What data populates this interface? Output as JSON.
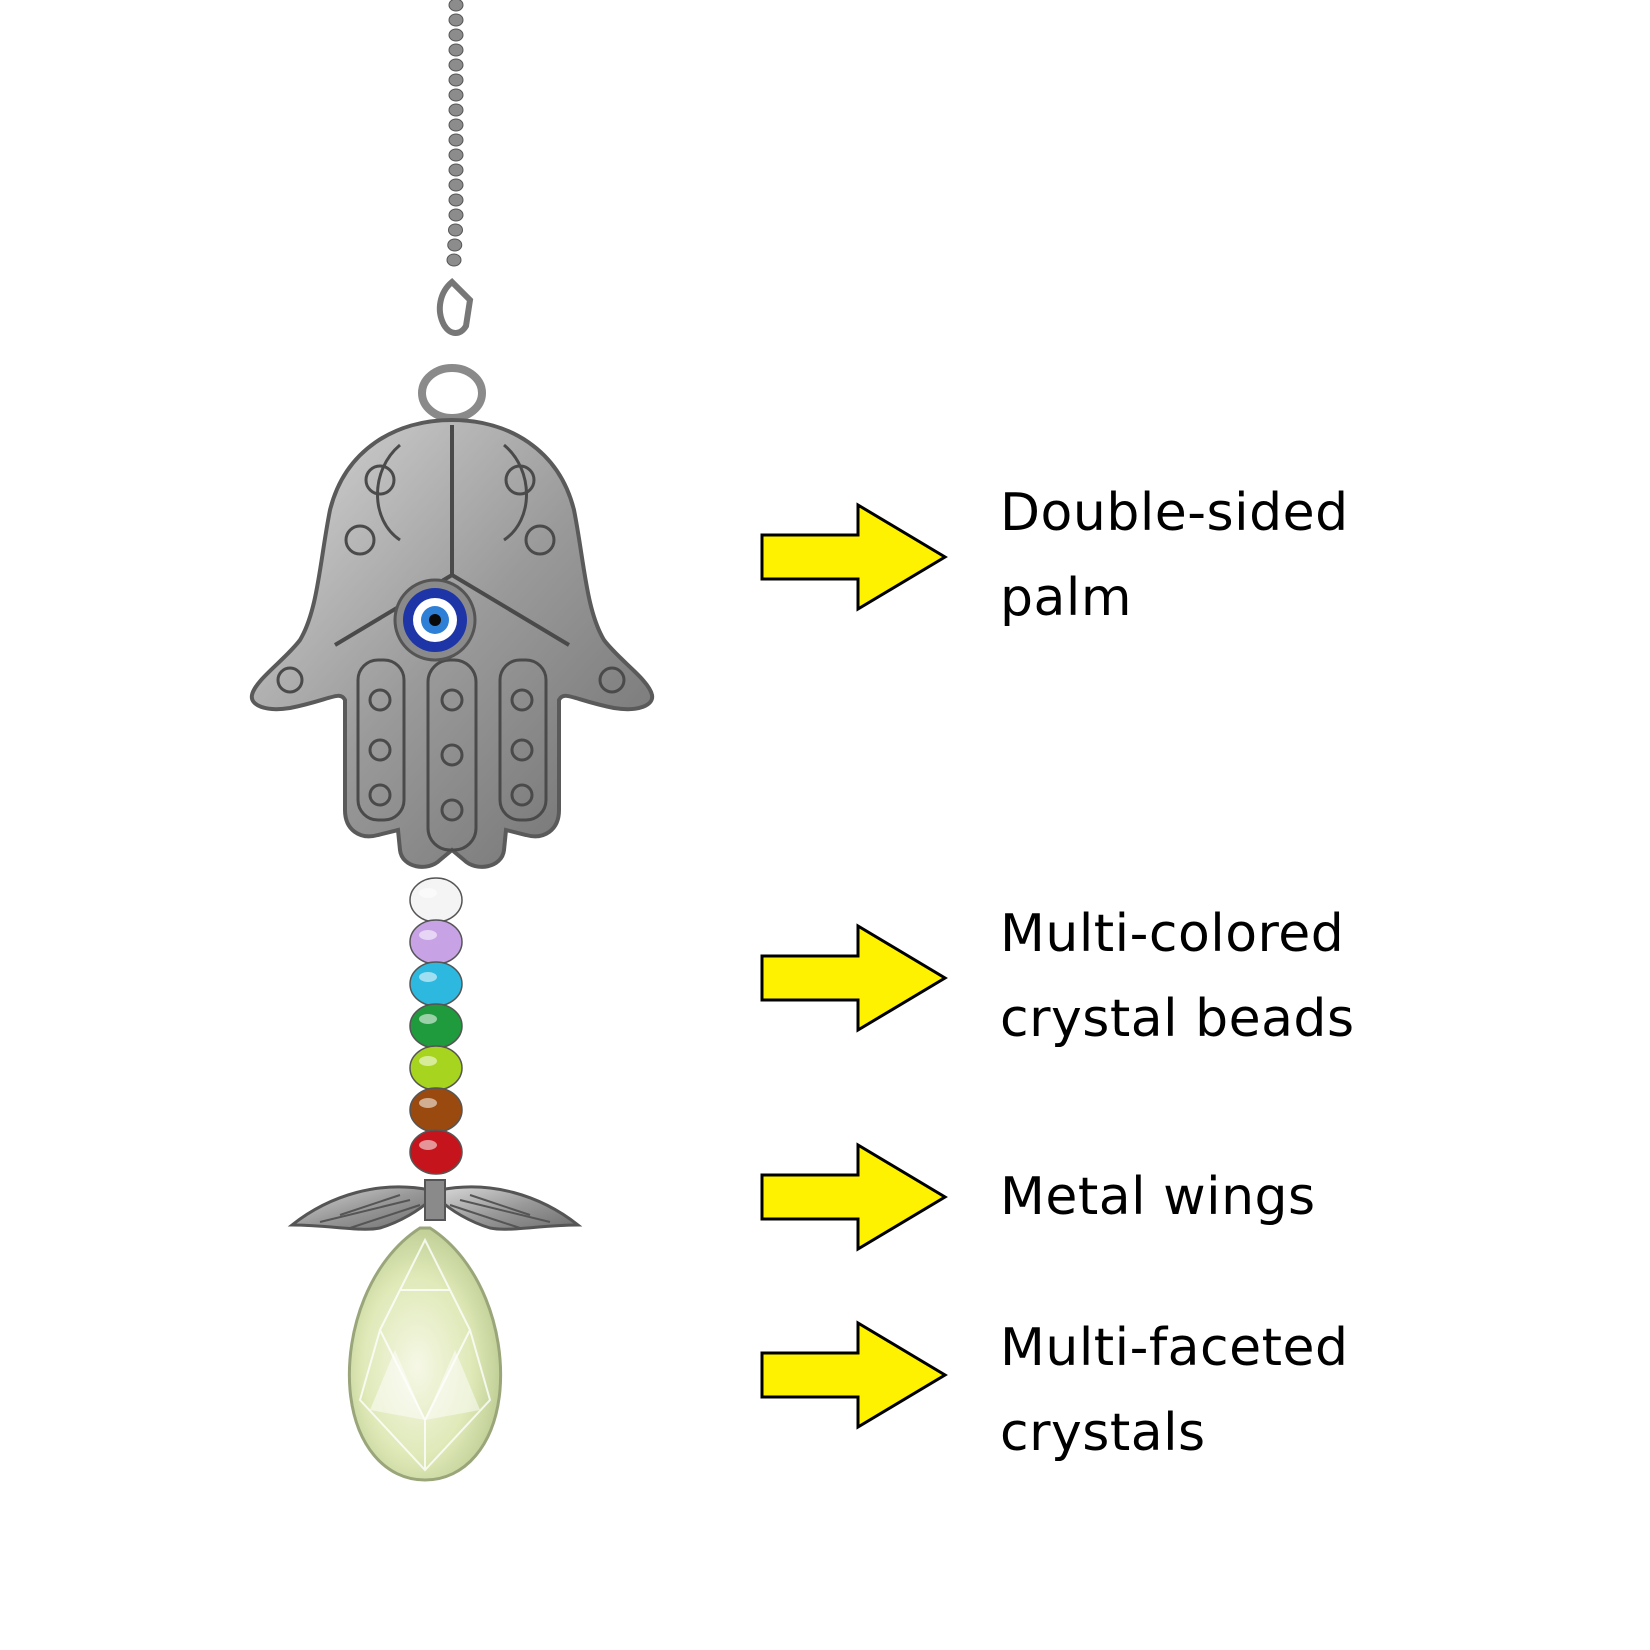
{
  "product": {
    "name": "hamsa-hand-suncatcher",
    "bead_colors": [
      "#f4f4f4",
      "#c7a3e6",
      "#2db8e0",
      "#1f9a3c",
      "#a7d41e",
      "#9a4a0f",
      "#c5141b"
    ],
    "metal_color": "#9a9a9a",
    "eye_colors": {
      "outer": "#1e35a8",
      "ring": "#ffffff",
      "iris": "#2e7fd6",
      "pupil": "#0a0a0a"
    },
    "crystal_color": "#e7f0c8"
  },
  "callouts": [
    {
      "id": "palm",
      "lines": [
        "Double-sided",
        "palm"
      ]
    },
    {
      "id": "beads",
      "lines": [
        "Multi-colored",
        "crystal beads"
      ]
    },
    {
      "id": "wings",
      "lines": [
        "Metal wings"
      ]
    },
    {
      "id": "crystals",
      "lines": [
        "Multi-faceted",
        "crystals"
      ]
    }
  ],
  "style": {
    "arrow_fill": "#fff200",
    "arrow_stroke": "#000000",
    "background": "#ffffff"
  }
}
